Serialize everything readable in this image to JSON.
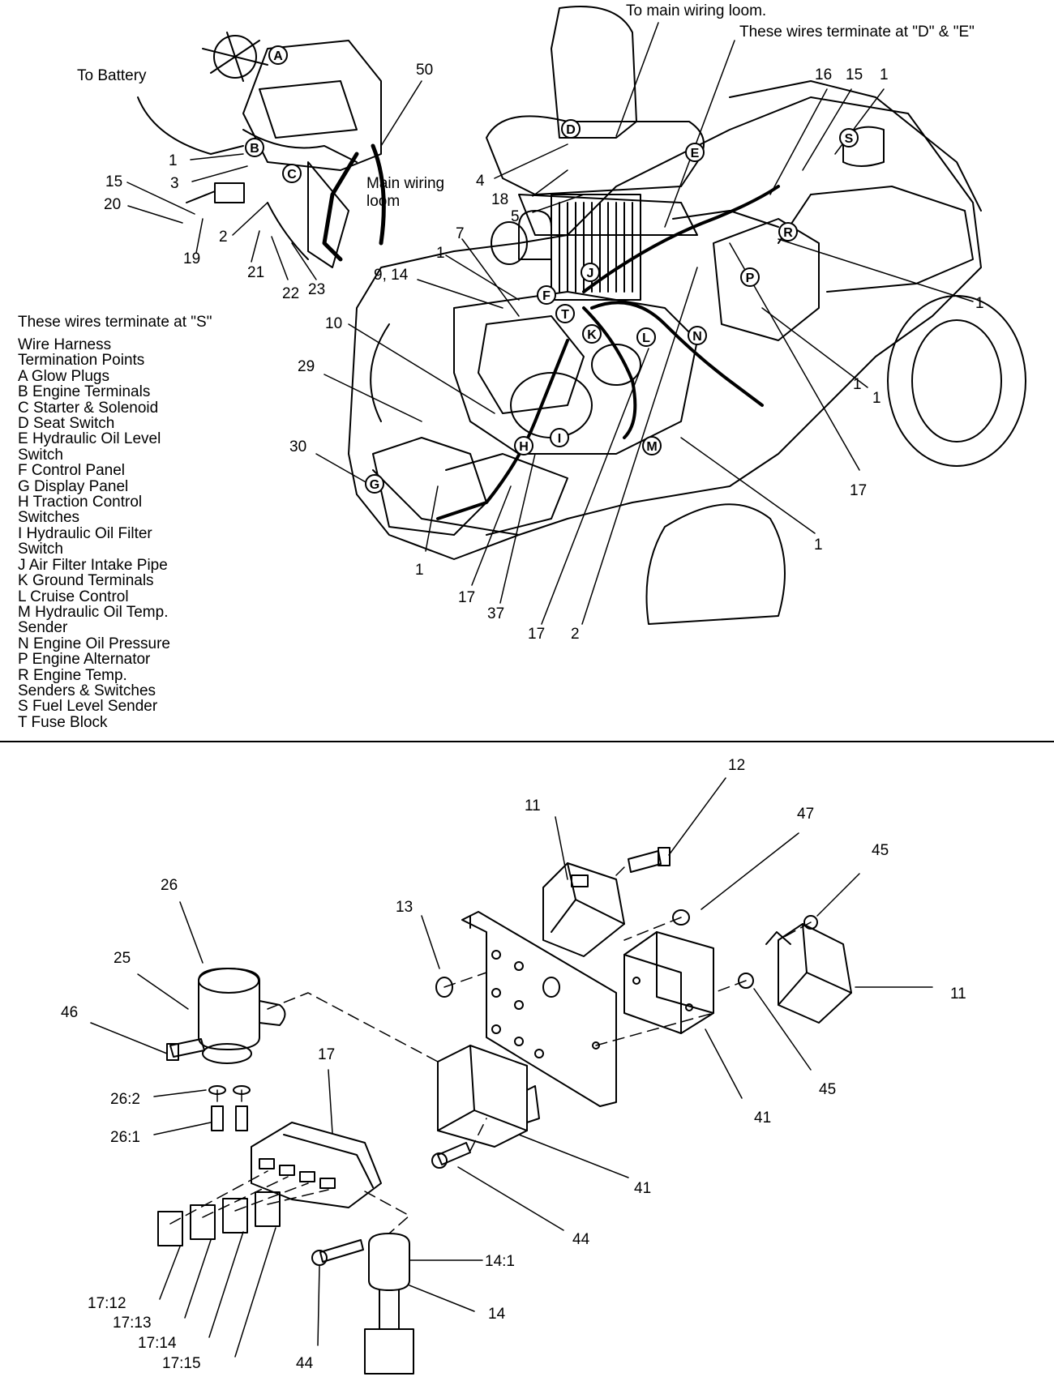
{
  "top_notes": {
    "main_loom": "To main wiring loom.",
    "terminate_de": "These wires terminate at \"D\" & \"E\"",
    "battery": "To Battery",
    "main_wiring_loom_1": "Main wiring",
    "main_wiring_loom_2": "loom",
    "terminate_s": "These wires terminate at \"S\""
  },
  "legend": {
    "title_1": "Wire Harness",
    "title_2": "Termination Points",
    "items": [
      "A  Glow Plugs",
      "B  Engine Terminals",
      "C  Starter & Solenoid",
      "D  Seat Switch",
      "E  Hydraulic Oil Level",
      "Switch",
      "F  Control Panel",
      "G  Display Panel",
      "H  Traction Control",
      "Switches",
      "I   Hydraulic Oil Filter",
      "Switch",
      "J  Air Filter Intake Pipe",
      "K  Ground Terminals",
      "L  Cruise Control",
      "M  Hydraulic Oil Temp.",
      "Sender",
      "N  Engine Oil Pressure",
      "P  Engine Alternator",
      "R  Engine Temp.",
      "Senders & Switches",
      "S  Fuel Level Sender",
      "T  Fuse Block"
    ]
  },
  "top_callouts": [
    "50",
    "1",
    "3",
    "15",
    "20",
    "2",
    "19",
    "21",
    "22",
    "23",
    "4",
    "18",
    "5",
    "16",
    "15",
    "1",
    "7",
    "1",
    "9, 14",
    "10",
    "29",
    "30",
    "1",
    "17",
    "37",
    "17",
    "2",
    "17",
    "1",
    "1",
    "1",
    "1"
  ],
  "circle_letters": [
    "A",
    "B",
    "C",
    "D",
    "E",
    "S",
    "R",
    "P",
    "J",
    "F",
    "T",
    "K",
    "L",
    "N",
    "I",
    "H",
    "G",
    "M"
  ],
  "bottom_callouts": [
    "12",
    "11",
    "47",
    "45",
    "13",
    "26",
    "25",
    "46",
    "11",
    "45",
    "41",
    "17",
    "26:2",
    "26:1",
    "41",
    "44",
    "17:12",
    "17:13",
    "17:14",
    "17:15",
    "14:1",
    "14",
    "44"
  ]
}
